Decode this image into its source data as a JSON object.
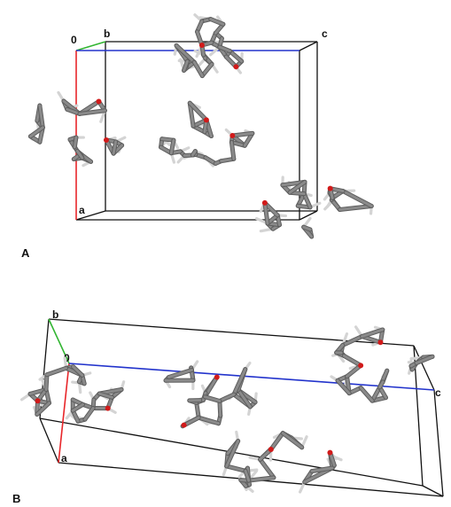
{
  "panels": [
    {
      "label": "A",
      "axis_labels": {
        "origin": "0",
        "a": "a",
        "b": "b",
        "c": "c"
      }
    },
    {
      "label": "B",
      "axis_labels": {
        "origin": "0",
        "a": "a",
        "b": "b",
        "c": "c"
      }
    }
  ],
  "colors": {
    "axis_a": "#e8262a",
    "axis_b": "#32b532",
    "axis_c": "#2233cc",
    "cell_edge": "#111111",
    "bond": "#8a8a8a",
    "bond_dark": "#5e5e5e",
    "hydrogen": "#d4d4d4",
    "oxygen": "#d11a1a"
  }
}
